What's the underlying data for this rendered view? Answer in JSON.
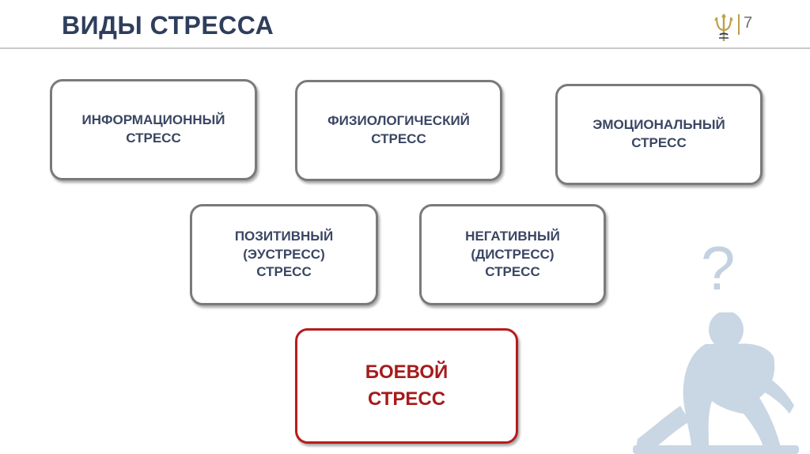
{
  "slide": {
    "title": "ВИДЫ СТРЕССА",
    "page_number": "7"
  },
  "boxes": [
    {
      "id": "informational",
      "label": "ИНФОРМАЦИОННЫЙ\nСТРЕСС"
    },
    {
      "id": "physiological",
      "label": "ФИЗИОЛОГИЧЕСКИЙ\nСТРЕСС"
    },
    {
      "id": "emotional",
      "label": "ЭМОЦИОНАЛЬНЫЙ\nСТРЕСС"
    },
    {
      "id": "positive",
      "label": "ПОЗИТИВНЫЙ\n(ЭУСТРЕСС)\nСТРЕСС"
    },
    {
      "id": "negative",
      "label": "НЕГАТИВНЫЙ\n(ДИСТРЕСС)\nСТРЕСС"
    },
    {
      "id": "combat",
      "label": "БОЕВОЙ\nСТРЕСС"
    }
  ],
  "decor": {
    "question_mark": "?",
    "icons": [
      "trident-logo-icon",
      "sitting-person-silhouette-icon"
    ],
    "colors": {
      "title": "#2e3e5c",
      "box_border": "#7a7a7a",
      "combat_border": "#b71c1c",
      "combat_text": "#a61b1b",
      "silhouette": "#c3d2e0"
    }
  }
}
